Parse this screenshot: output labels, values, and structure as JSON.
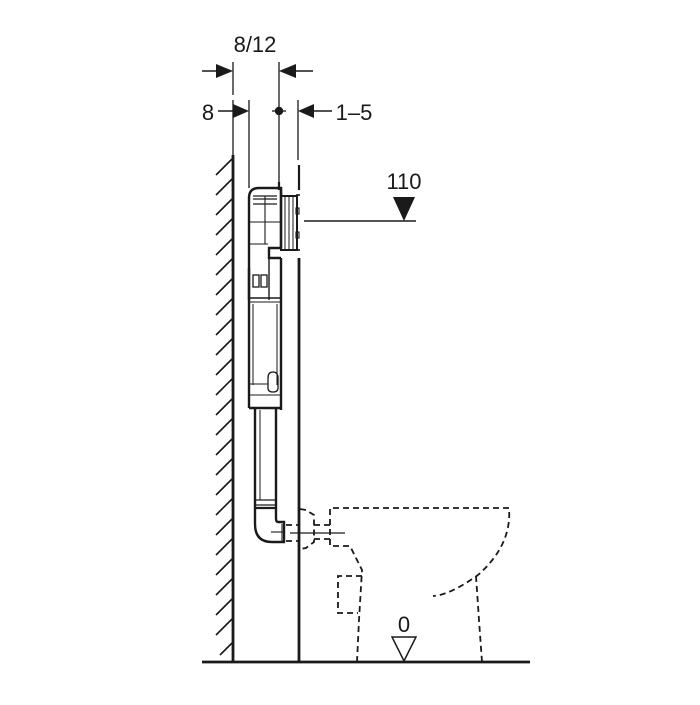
{
  "diagram": {
    "type": "technical-installation-drawing",
    "subject": "concealed cistern behind wall with wall-hung WC outline",
    "colors": {
      "line": "#1a1a1a",
      "background": "#ffffff"
    },
    "dimensions": {
      "top_width": "8/12",
      "left_gap": "8",
      "right_gap": "1–5"
    },
    "levels": {
      "upper": "110",
      "floor": "0"
    },
    "icons": {
      "upper_level_marker": "filled-triangle-down",
      "floor_level_marker": "outline-triangle-down",
      "wall_hatching": "diagonal-hatch",
      "wc_outline": "dashed-outline"
    }
  }
}
